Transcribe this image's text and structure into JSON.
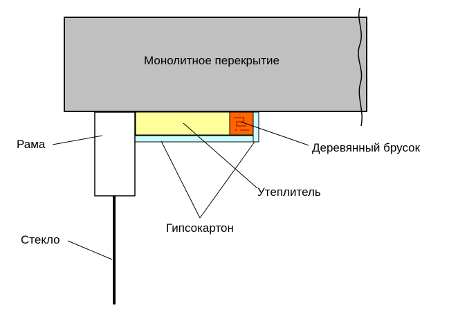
{
  "labels": {
    "slab": "Монолитное перекрытие",
    "frame": "Рама",
    "glass": "Стекло",
    "wood_bar": "Деревянный брусок",
    "insulation": "Утеплитель",
    "drywall": "Гипсокартон"
  },
  "colors": {
    "slab_fill": "#c0c0c0",
    "insulation_fill": "#ffff99",
    "drywall_fill": "#ccffff",
    "wood_fill": "#ff6600",
    "line": "#000000",
    "background": "#ffffff"
  }
}
